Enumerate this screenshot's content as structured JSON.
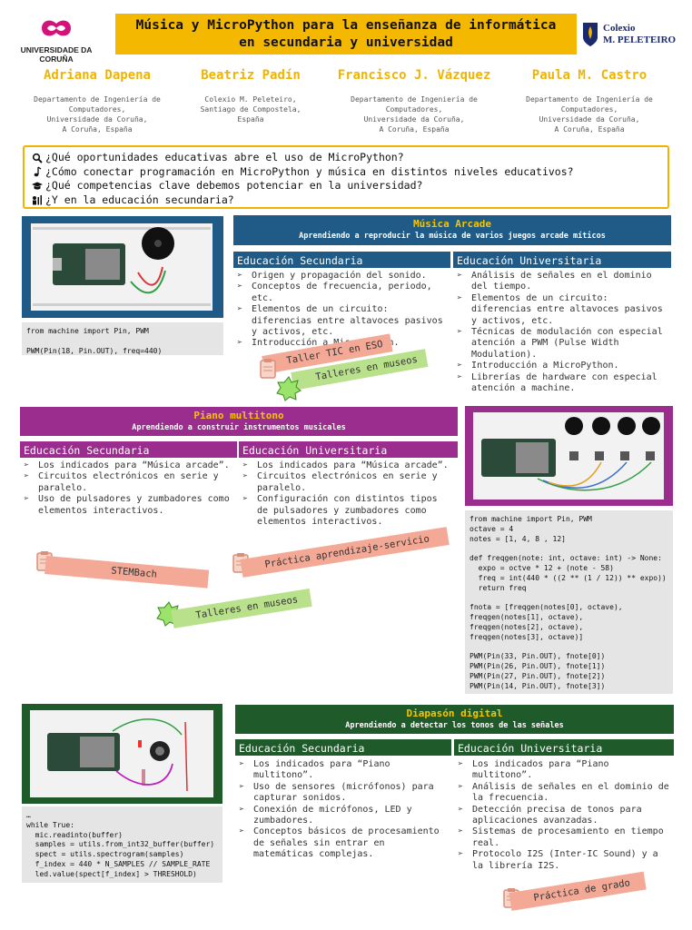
{
  "header": {
    "university": "UNIVERSIDADE DA CORUÑA",
    "title_line1": "Música y MicroPython para la enseñanza de informática",
    "title_line2": "en secundaria y universidad",
    "school_line1": "Colexio",
    "school_line2": "M. PELETEIRO"
  },
  "authors": [
    {
      "name": "Adriana Dapena",
      "aff1": "Departamento de Ingeniería de",
      "aff2": "Computadores,",
      "aff3": "Universidade da Coruña,",
      "aff4": "A Coruña, España"
    },
    {
      "name": "Beatriz Padín",
      "aff1": "Colexio M. Peleteiro,",
      "aff2": "Santiago de Compostela,",
      "aff3": "España",
      "aff4": ""
    },
    {
      "name": "Francisco J. Vázquez",
      "aff1": "Departamento de Ingeniería de",
      "aff2": "Computadores,",
      "aff3": "Universidade da Coruña,",
      "aff4": "A Coruña, España"
    },
    {
      "name": "Paula M. Castro",
      "aff1": "Departamento de Ingeniería de",
      "aff2": "Computadores,",
      "aff3": "Universidade da Coruña,",
      "aff4": "A Coruña, España"
    }
  ],
  "questions": [
    {
      "icon": "magnifier-icon",
      "text": "¿Qué oportunidades educativas abre el uso de MicroPython?"
    },
    {
      "icon": "music-note-icon",
      "text": "¿Cómo conectar programación en MicroPython y música en distintos niveles educativos?"
    },
    {
      "icon": "graduation-cap-icon",
      "text": "¿Qué competencias clave debemos potenciar en la universidad?"
    },
    {
      "icon": "students-icon",
      "text": "¿Y en la educación secundaria?"
    }
  ],
  "arcade": {
    "title": "Música Arcade",
    "subtitle": "Aprendiendo a reproducir la música de varios juegos arcade míticos",
    "code": "from machine import Pin, PWM\n\nPWM(Pin(18, Pin.OUT), freq=440)",
    "secundaria_head": "Educación Secundaria",
    "universitaria_head": "Educación Universitaria",
    "secundaria": [
      "Origen y propagación del sonido.",
      "Conceptos de frecuencia, periodo, etc.",
      "Elementos de un circuito: diferencias entre altavoces pasivos y activos, etc.",
      "Introducción a MicroPython."
    ],
    "universitaria": [
      "Análisis de señales en el dominio del tiempo.",
      "Elementos de un circuito: diferencias entre altavoces pasivos y activos, etc.",
      "Técnicas de modulación con especial atención a PWM (Pulse Width Modulation).",
      "Introducción a MicroPython.",
      "Librerías de hardware con especial atención a machine."
    ],
    "tag1": "Taller TIC en ESO",
    "tag2": "Talleres en museos"
  },
  "piano": {
    "title": "Piano multitono",
    "subtitle": "Aprendiendo a construir instrumentos musicales",
    "secundaria_head": "Educación Secundaria",
    "universitaria_head": "Educación Universitaria",
    "secundaria": [
      "Los indicados para “Música arcade”.",
      "Circuitos electrónicos en serie y paralelo.",
      "Uso de pulsadores y zumbadores como elementos interactivos."
    ],
    "universitaria": [
      "Los indicados para “Música arcade”.",
      "Circuitos electrónicos en serie y paralelo.",
      "Configuración con distintos tipos de pulsadores y zumbadores como elementos interactivos."
    ],
    "tag1": "STEMBach",
    "tag2": "Práctica aprendizaje-servicio",
    "tag3": "Talleres en museos",
    "code": "from machine import Pin, PWM\noctave = 4\nnotes = [1, 4, 8 , 12]\n\ndef freqgen(note: int, octave: int) -> None:\n  expo = octve * 12 + (note - 58)\n  freq = int(440 * ((2 ** (1 / 12)) ** expo))\n  return freq\n\nfnota = [freqgen(notes[0], octave),\nfreqgen(notes[1], octave),\nfreqgen(notes[2], octave),\nfreqgen(notes[3], octave)]\n\nPWM(Pin(33, Pin.OUT), fnote[0])\nPWM(Pin(26, Pin.OUT), fnote[1])\nPWM(Pin(27, Pin.OUT), fnote[2])\nPWM(Pin(14, Pin.OUT), fnote[3])"
  },
  "diapason": {
    "title": "Diapasón digital",
    "subtitle": "Aprendiendo a detectar los tonos de las señales",
    "secundaria_head": "Educación Secundaria",
    "universitaria_head": "Educación Universitaria",
    "secundaria": [
      "Los indicados para “Piano multitono”.",
      "Uso de sensores (micrófonos) para capturar sonidos.",
      "Conexión de micrófonos, LED y zumbadores.",
      "Conceptos básicos de procesamiento de señales sin entrar en matemáticas complejas."
    ],
    "universitaria": [
      "Los indicados para “Piano multitono”.",
      "Análisis de señales en el dominio de la frecuencia.",
      "Detección precisa de tonos para aplicaciones avanzadas.",
      "Sistemas de procesamiento en tiempo real.",
      "Protocolo I2S (Inter-IC Sound) y a la librería  I2S."
    ],
    "code": "…\nwhile True:\n  mic.readinto(buffer)\n  samples = utils.from_int32_buffer(buffer)\n  spect = utils.spectrogram(samples)\n  f_index = 440 * N_SAMPLES // SAMPLE_RATE\n  led.value(spect[f_index] > THRESHOLD)",
    "tag1": "Práctica de grado"
  },
  "colors": {
    "accent": "#f0b400",
    "blue": "#1f5b86",
    "purple": "#9b2d8e",
    "green": "#1f5b2a",
    "salmon": "#f4a996",
    "lightgreen": "#b9e08b"
  }
}
